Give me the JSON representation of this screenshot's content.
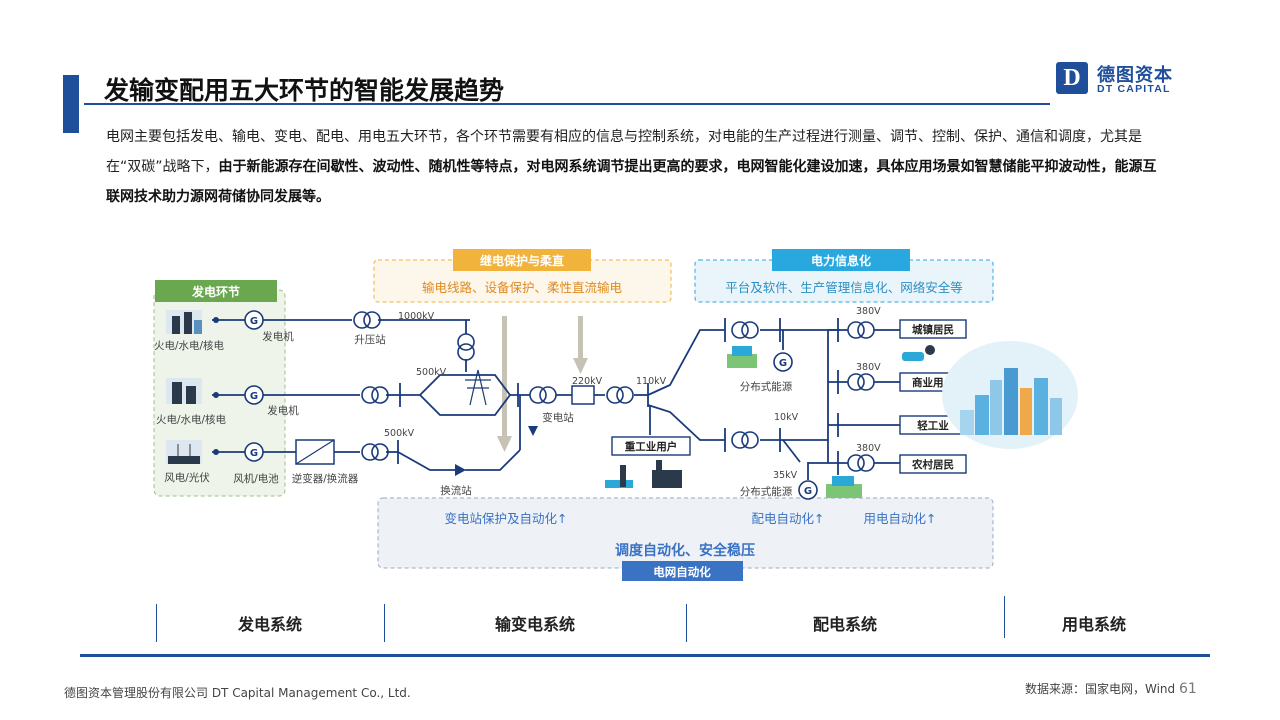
{
  "header": {
    "title": "发输变配用五大环节的智能发展趋势",
    "logo_letter": "D",
    "logo_cn": "德图资本",
    "logo_en": "DT CAPITAL"
  },
  "intro": {
    "plain": "电网主要包括发电、输电、变电、配电、用电五大环节，各个环节需要有相应的信息与控制系统，对电能的生产过程进行测量、调节、控制、保护、通信和调度，尤其是在“双碳”战略下，",
    "bold": "由于新能源存在间歇性、波动性、随机性等特点，对电网系统调节提出更高的要求，电网智能化建设加速，具体应用场景如智慧储能平抑波动性，能源互联网技术助力源网荷储协同发展等。"
  },
  "diagram": {
    "generation": {
      "header": "发电环节",
      "row1_source": "火电/水电/核电",
      "row1_gen": "发电机",
      "row2_source": "火电/水电/核电",
      "row2_gen": "发电机",
      "row3_source": "风电/光伏",
      "row3_gen": "风机/电池",
      "converter": "逆变器/换流器"
    },
    "relay_protection": {
      "header": "继电保护与柔直",
      "text": "输电线路、设备保护、柔性直流输电"
    },
    "power_info": {
      "header": "电力信息化",
      "text": "平台及软件、生产管理信息化、网络安全等"
    },
    "grid_auto": {
      "label": "电网自动化",
      "item1": "变电站保护及自动化↑",
      "item2": "配电自动化↑",
      "item3": "用电自动化↑",
      "main": "调度自动化、安全稳压"
    },
    "transmission": {
      "v1000": "1000kV",
      "v500a": "500kV",
      "v500b": "500kV",
      "v220": "220kV",
      "v110": "110kV",
      "step_up": "升压站",
      "substation": "变电站",
      "converter_station": "换流站",
      "heavy_user": "重工业用户"
    },
    "distribution": {
      "v380a": "380V",
      "v380b": "380V",
      "v380c": "380V",
      "v10": "10kV",
      "v35": "35kV",
      "dist_energy1": "分布式能源",
      "dist_energy2": "分布式能源",
      "user_city": "城镇居民",
      "user_commercial": "商业用户",
      "user_light": "轻工业",
      "user_rural": "农村居民"
    },
    "gen_symbol": "G"
  },
  "systems": [
    "发电系统",
    "输变电系统",
    "配电系统",
    "用电系统"
  ],
  "footer": {
    "company": "德图资本管理股份有限公司  DT Capital Management  Co., Ltd.",
    "source": "数据来源：国家电网，Wind",
    "page": "61"
  },
  "colors": {
    "brand_blue": "#1f4e9a",
    "green": "#6aa84f",
    "orange": "#f1b33b",
    "light_blue": "#29a8e0",
    "line": "#1a3a7a"
  }
}
